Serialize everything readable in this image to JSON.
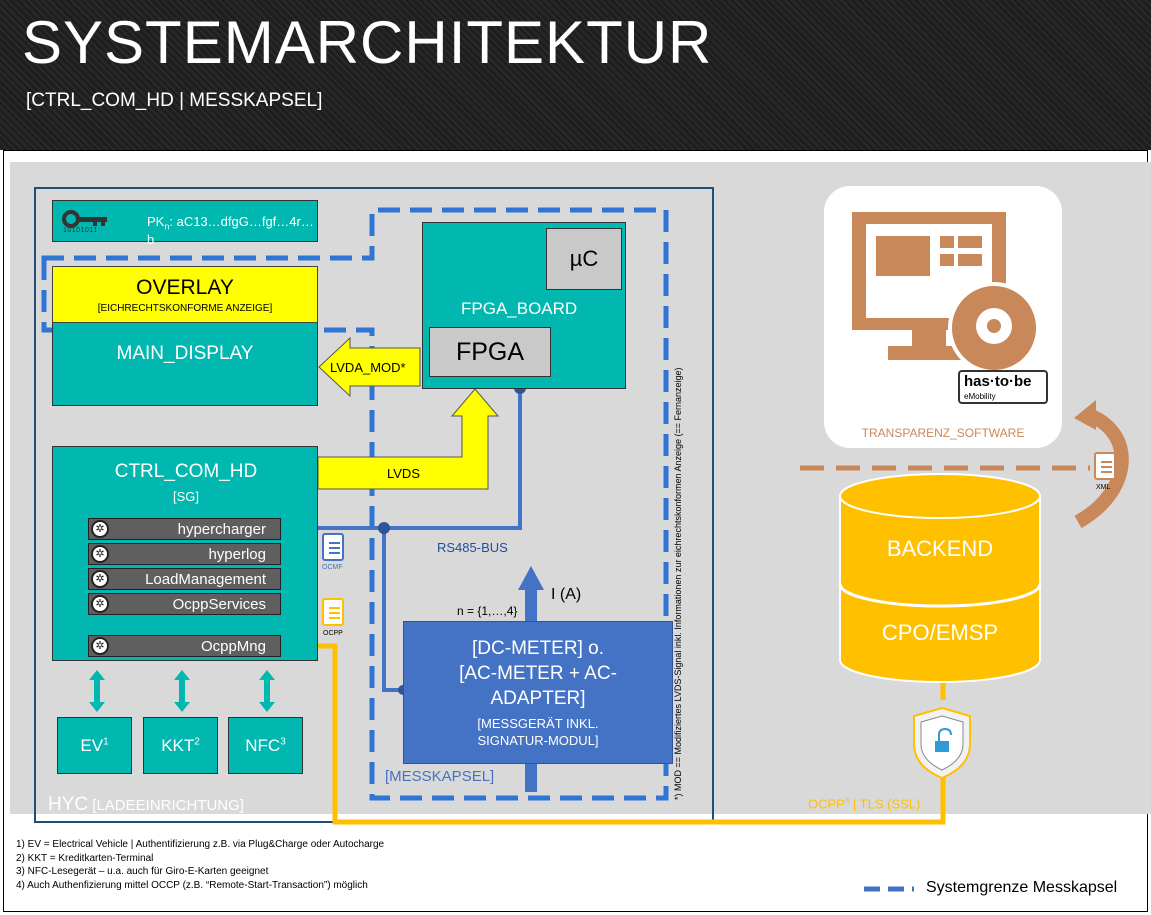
{
  "header": {
    "title": "SYSTEMARCHITEKTUR",
    "subtitle": "[CTRL_COM_HD | MESSKAPSEL]"
  },
  "key_box": {
    "prefix": "PK",
    "subscript": "n",
    "value": ": aC13…dfgG…fgf…4r…b",
    "key_bits": "10101011"
  },
  "overlay": {
    "title": "OVERLAY",
    "subtitle": "[EICHRECHTSKONFORME ANZEIGE]"
  },
  "main_display": {
    "label": "MAIN_DISPLAY"
  },
  "fpga_board": {
    "label": "FPGA_BOARD",
    "uc_label": "µC",
    "fpga_label": "FPGA"
  },
  "arrows": {
    "lvda_mod": "LVDA_MOD*",
    "lvds": "LVDS",
    "current": "I (A)"
  },
  "ctrl_com": {
    "title": "CTRL_COM_HD",
    "subtitle": "[SG]",
    "services": [
      "hypercharger",
      "hyperlog",
      "LoadManagement",
      "OcppServices",
      "OcppMng"
    ]
  },
  "bus": {
    "label": "RS485-BUS",
    "n_label": "n = {1,…,4}"
  },
  "meter": {
    "line1": "[DC-METER] o.",
    "line2": "[AC-METER + AC-",
    "line3": "ADAPTER]",
    "line4": "[MESSGERÄT INKL.",
    "line5": "SIGNATUR-MODUL]"
  },
  "messkapsel_label": "[MESSKAPSEL]",
  "devices": [
    {
      "label": "EV",
      "sup": "1"
    },
    {
      "label": "KKT",
      "sup": "2"
    },
    {
      "label": "NFC",
      "sup": "3"
    }
  ],
  "hyc": {
    "main": "HYC",
    "sub": " [LADEEINRICHTUNG]"
  },
  "vertical_note": "*) MOD == Modifiziertes LVDS-Signal inkl. Informationen zur eichrechtskonformen Anzeige (== Fernanzeige)",
  "file_labels": {
    "ocmf": "OCMF",
    "ocpp": "OCPP",
    "xml": "XML"
  },
  "transparenz": {
    "label": "TRANSPARENZ_SOFTWARE",
    "logo": "has·to·be",
    "logo_sub": "eMobility"
  },
  "backend": {
    "top": "BACKEND",
    "bottom": "CPO/EMSP"
  },
  "ocpp_tls": {
    "main": "OCPP",
    "sup": "4",
    "rest": " | TLS (SSL)"
  },
  "footnotes": [
    "1) EV = Electrical Vehicle | Authentifizierung z.B. via Plug&Charge oder Autocharge",
    "2) KKT = Kreditkarten-Terminal",
    "3) NFC-Lesegerät – u.a. auch für Giro-E-Karten geeignet",
    "4) Auch Authenfizierung mittel OCCP (z.B. “Remote-Start-Transaction”) möglich"
  ],
  "legend": {
    "label": "Systemgrenze Messkapsel"
  },
  "colors": {
    "teal": "#00b8b0",
    "yellow": "#ffff00",
    "blue": "#4472c4",
    "orange": "#ffc000",
    "brown": "#c8885a"
  }
}
